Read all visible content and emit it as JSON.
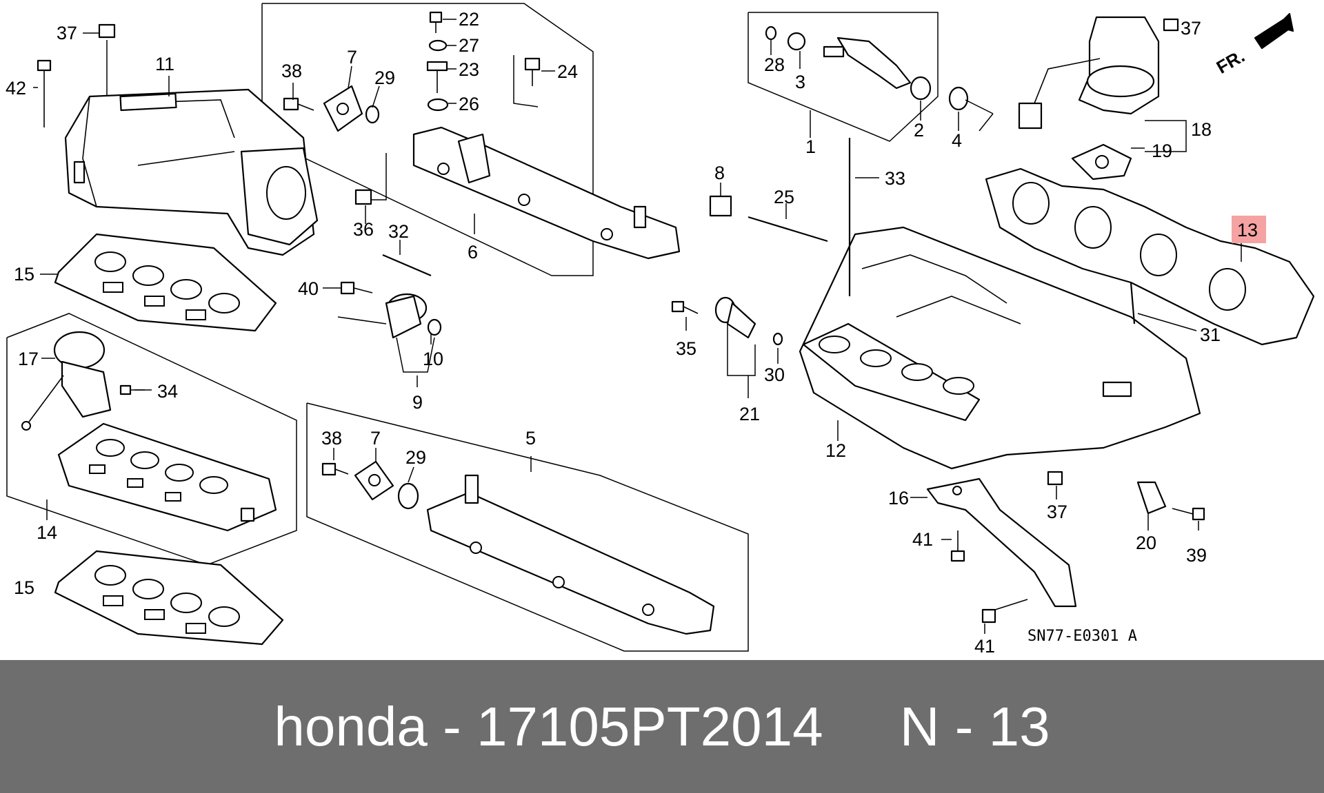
{
  "diagram": {
    "drawing_code": "SN77-E0301 A",
    "direction_label": "FR.",
    "callouts": [
      "37",
      "42",
      "11",
      "38",
      "7",
      "29",
      "22",
      "27",
      "23",
      "26",
      "24",
      "36",
      "32",
      "6",
      "15",
      "40",
      "9",
      "10",
      "17",
      "34",
      "14",
      "28",
      "3",
      "1",
      "2",
      "4",
      "8",
      "25",
      "33",
      "35",
      "21",
      "30",
      "12",
      "37",
      "18",
      "19",
      "13",
      "31",
      "16",
      "41",
      "20",
      "39",
      "15",
      "38",
      "7",
      "29",
      "5",
      "37",
      "41"
    ],
    "highlighted_callout": "13"
  },
  "footer": {
    "text": "honda - 17105PT2014     N - 13"
  },
  "colors": {
    "banner_bg": "#6e6e6e",
    "banner_text": "#ffffff",
    "highlight_bg": "#f5a2a3"
  }
}
